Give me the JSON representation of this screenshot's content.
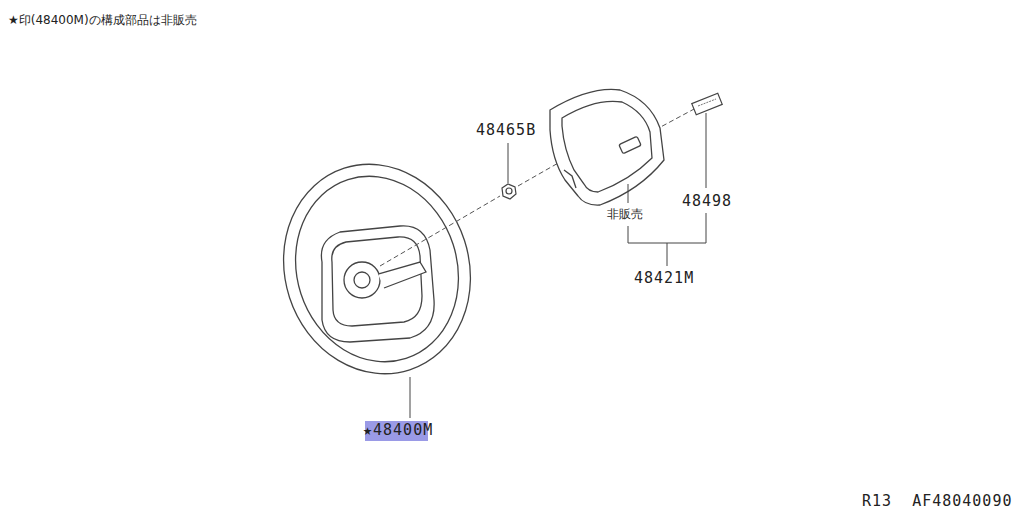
{
  "diagram": {
    "labels": [
      "★印(48400M)の構成部品は非販売",
      "48465B",
      "48498",
      "非販売",
      "48421M",
      "★48400M",
      "R13  AF48040090"
    ]
  }
}
